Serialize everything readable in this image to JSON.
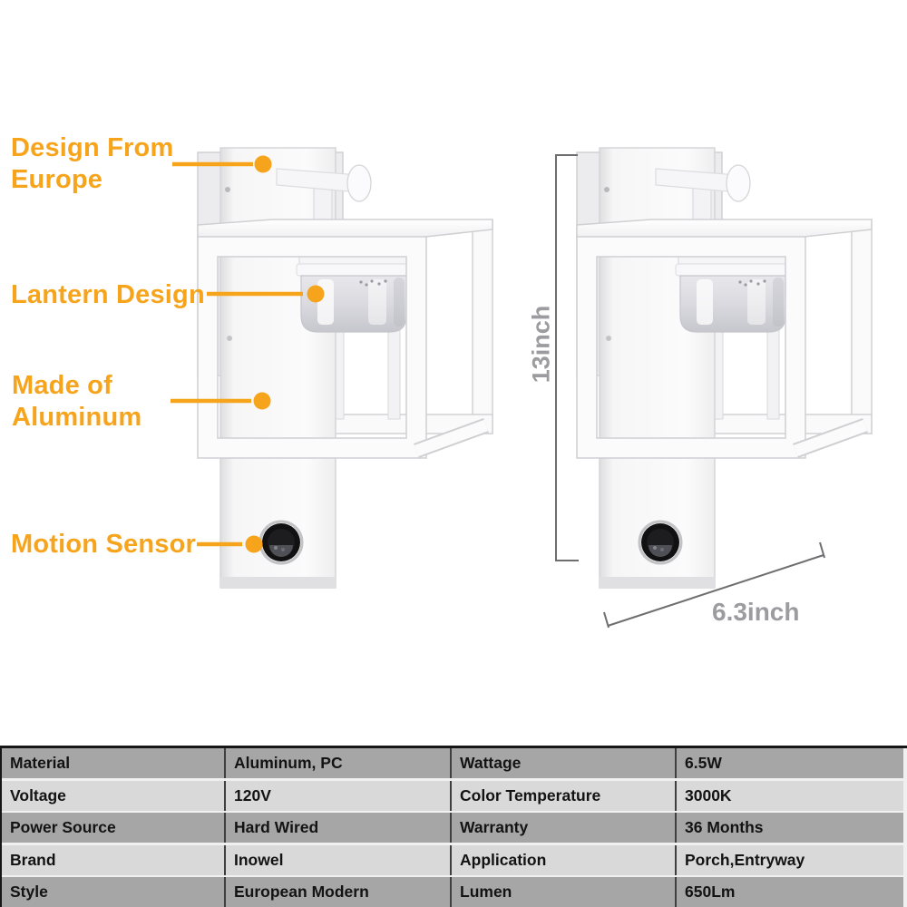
{
  "product_figure": {
    "items": "two identical white wall sconces",
    "callouts": [
      {
        "id": "design-from-europe",
        "lines": [
          "Design From",
          "Europe"
        ]
      },
      {
        "id": "lantern-design",
        "lines": [
          "Lantern Design"
        ]
      },
      {
        "id": "made-of-aluminum",
        "lines": [
          "Made of",
          "Aluminum"
        ]
      },
      {
        "id": "motion-sensor",
        "lines": [
          "Motion Sensor"
        ]
      }
    ],
    "dimensions": {
      "height_label": "13inch",
      "width_label": "6.3inch"
    }
  },
  "spec_table": {
    "rows": [
      [
        "Material",
        "Aluminum, PC",
        "Wattage",
        "6.5W"
      ],
      [
        "Voltage",
        "120V",
        "Color Temperature",
        "3000K"
      ],
      [
        "Power Source",
        "Hard Wired",
        "Warranty",
        "36 Months"
      ],
      [
        "Brand",
        "Inowel",
        "Application",
        "Porch,Entryway"
      ],
      [
        "Style",
        "European Modern",
        "Lumen",
        "650Lm"
      ]
    ]
  },
  "colors": {
    "callout_accent": "#F7A41D",
    "dimension_gray": "#9c9ca0",
    "table_row_dark": "#a6a6a6",
    "table_row_light": "#d9d9d9",
    "table_border": "#161616"
  }
}
